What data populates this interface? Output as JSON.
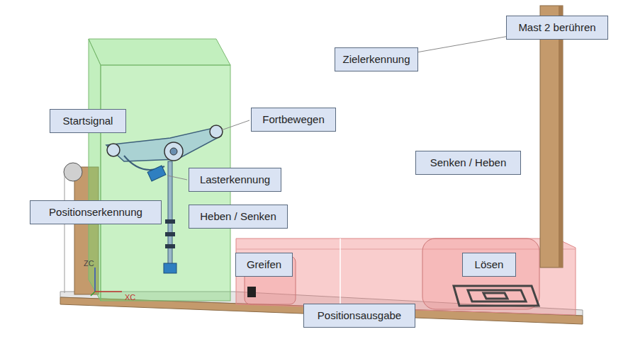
{
  "diagram": {
    "nodes": [
      {
        "text": [
          "Mast 2 berühren"
        ]
      },
      {
        "text": [
          "Zielerkennung"
        ]
      },
      {
        "text": [
          "Startsignal"
        ]
      },
      {
        "text": [
          "Fortbewegen"
        ]
      },
      {
        "text": [
          "Senken / Heben"
        ]
      },
      {
        "text": [
          "Lasterkennung"
        ]
      },
      {
        "text": [
          "Positionserkennung"
        ]
      },
      {
        "text": [
          "Heben / Senken"
        ]
      },
      {
        "text": [
          "Greifen"
        ]
      },
      {
        "text": [
          "Lösen"
        ]
      },
      {
        "text": [
          "Positionsausgabe"
        ]
      }
    ],
    "edges": [
      {
        "from": 1,
        "to": 0,
        "arrow": "none"
      }
    ],
    "labels": [
      "ZC",
      "XC"
    ]
  }
}
